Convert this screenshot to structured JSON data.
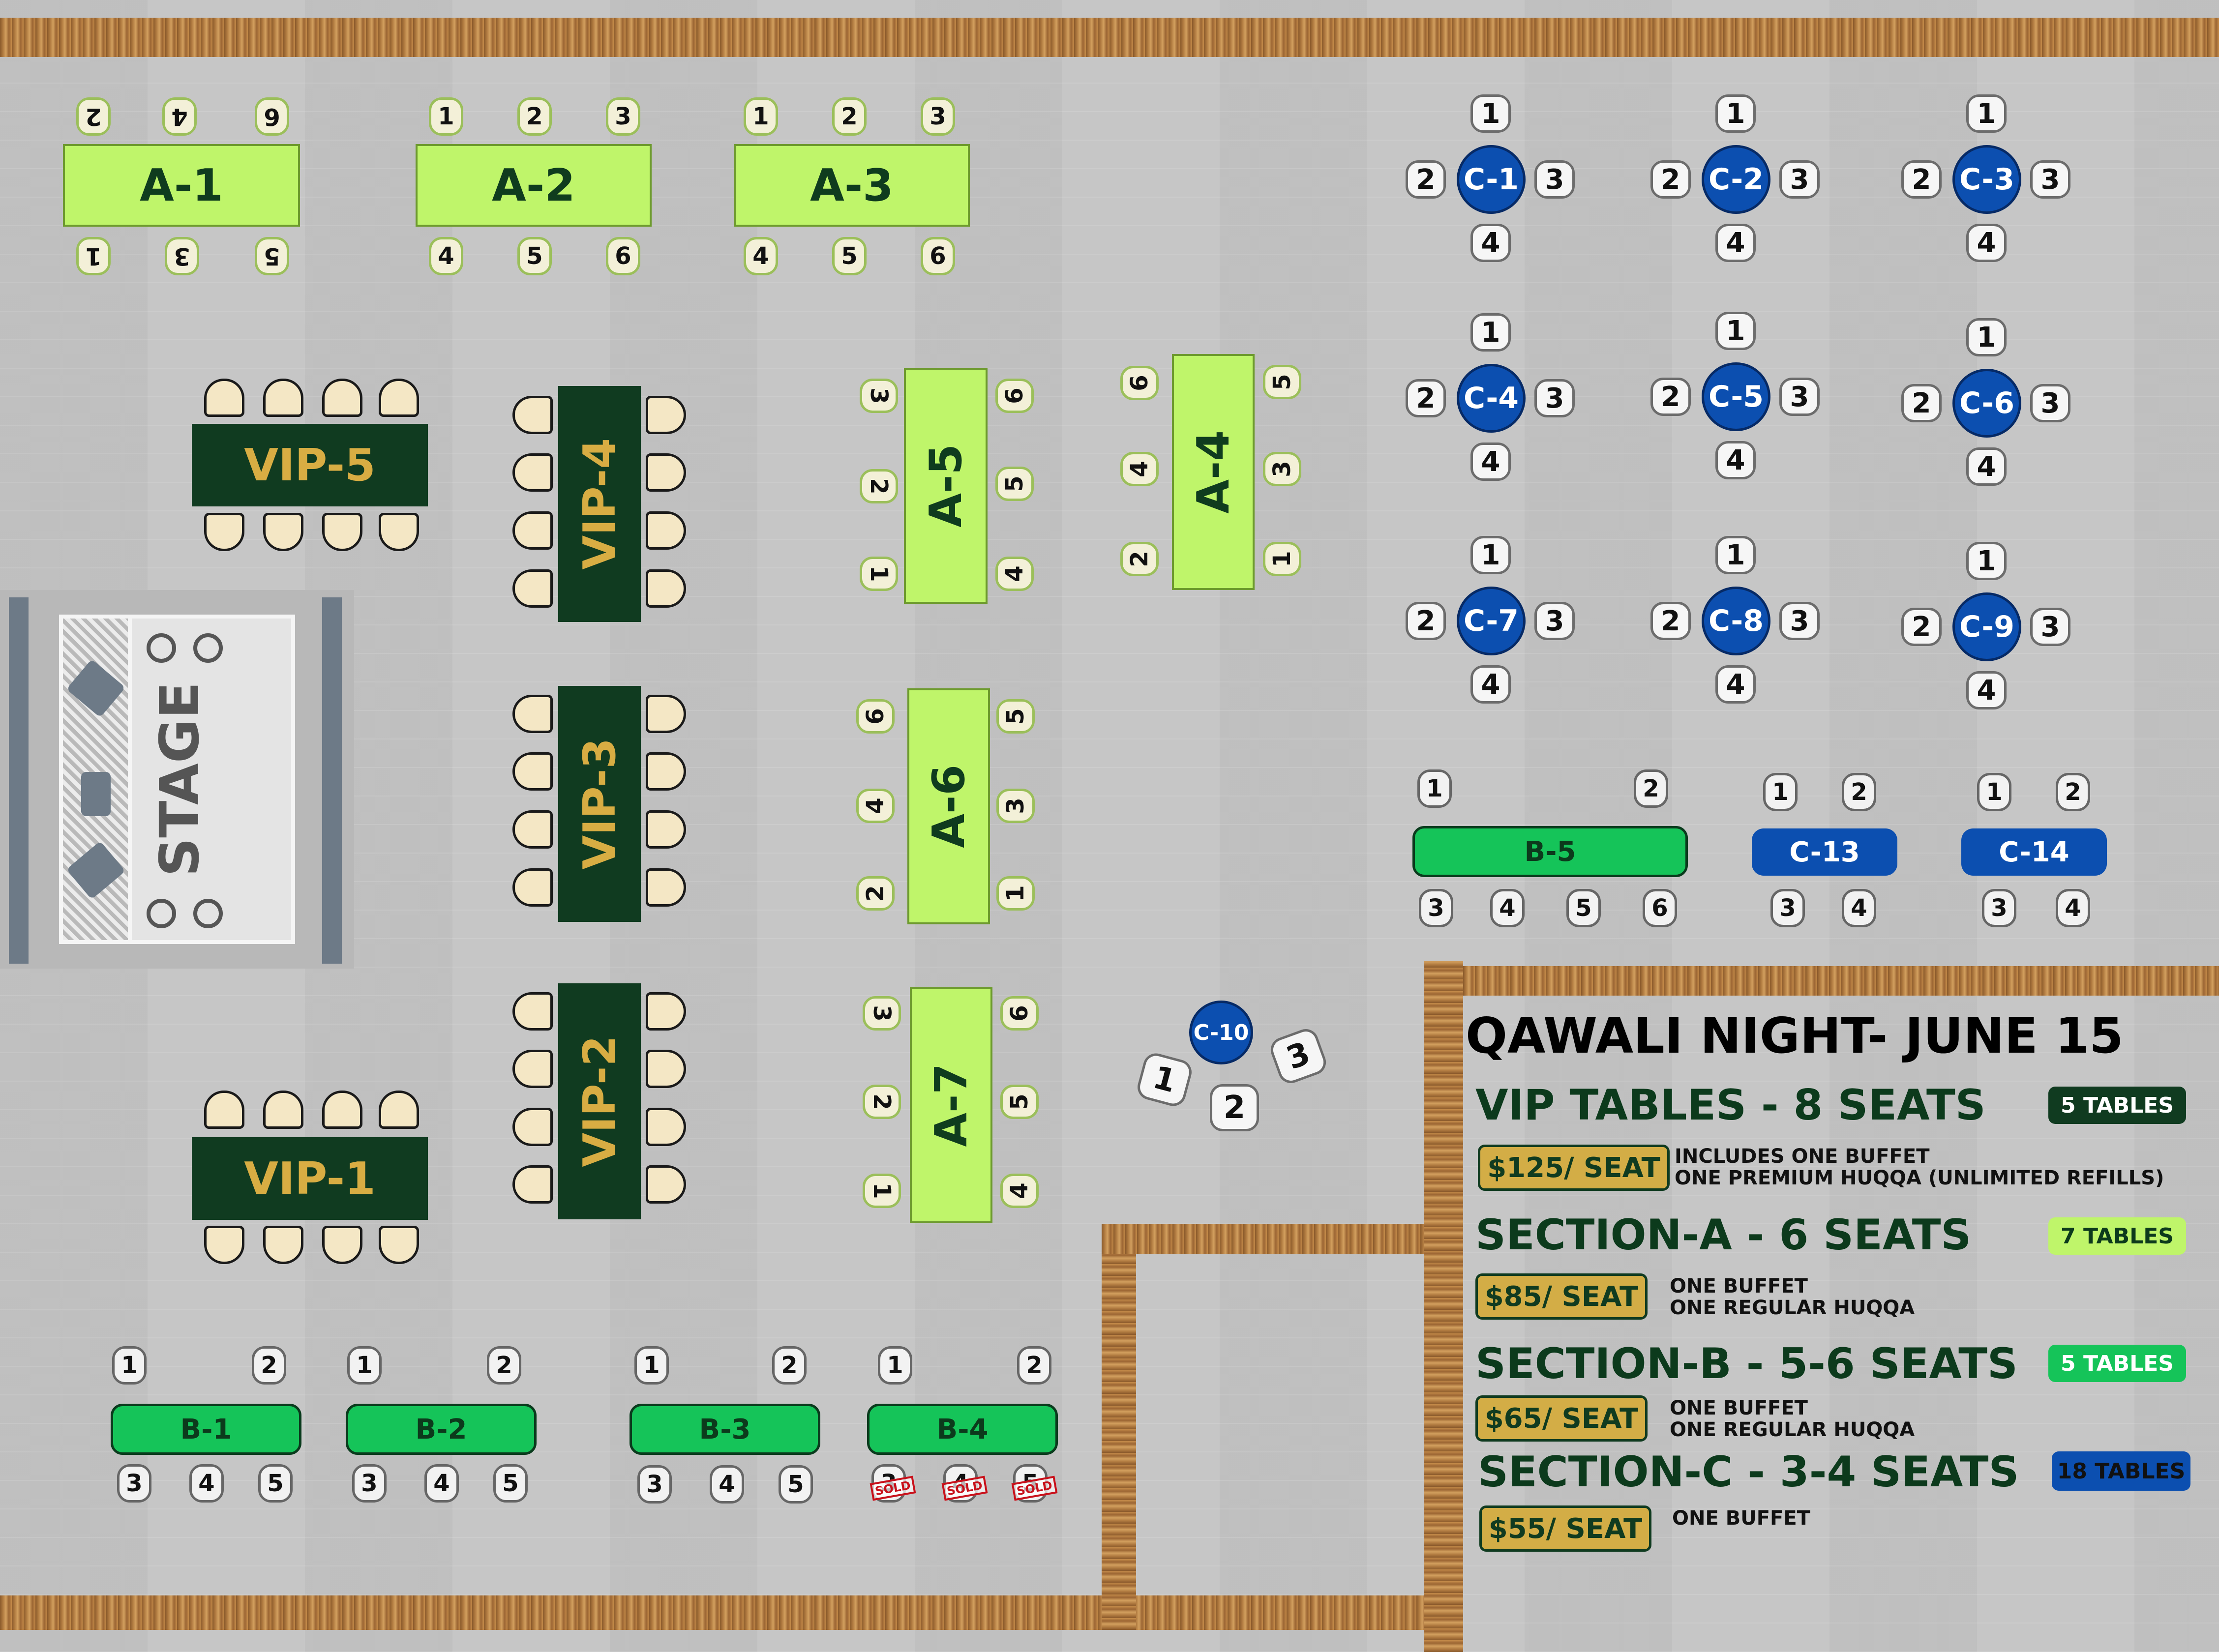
{
  "title": "QAWALI NIGHT- JUNE 15",
  "stage": {
    "label": "STAGE"
  },
  "tables": {
    "A-1": "A-1",
    "A-2": "A-2",
    "A-3": "A-3",
    "A-4": "A-4",
    "A-5": "A-5",
    "A-6": "A-6",
    "A-7": "A-7",
    "VIP-1": "VIP-1",
    "VIP-2": "VIP-2",
    "VIP-3": "VIP-3",
    "VIP-4": "VIP-4",
    "VIP-5": "VIP-5",
    "B-1": "B-1",
    "B-2": "B-2",
    "B-3": "B-3",
    "B-4": "B-4",
    "B-5": "B-5",
    "C-1": "C-1",
    "C-2": "C-2",
    "C-3": "C-3",
    "C-4": "C-4",
    "C-5": "C-5",
    "C-6": "C-6",
    "C-7": "C-7",
    "C-8": "C-8",
    "C-9": "C-9",
    "C-10": "C-10",
    "C-13": "C-13",
    "C-14": "C-14"
  },
  "seat_numbers": {
    "n1": "1",
    "n2": "2",
    "n3": "3",
    "n4": "4",
    "n5": "5",
    "n6": "6"
  },
  "sold_label": "SOLD",
  "legend": {
    "vip": {
      "heading": "VIP TABLES - 8 SEATS",
      "count": "5 TABLES",
      "price": "$125/ SEAT",
      "includes": [
        "INCLUDES ONE BUFFET",
        "ONE PREMIUM HUQQA (UNLIMITED REFILLS)"
      ]
    },
    "section_a": {
      "heading": "SECTION-A - 6 SEATS",
      "count": "7 TABLES",
      "price": "$85/ SEAT",
      "includes": [
        "ONE BUFFET",
        "ONE REGULAR HUQQA"
      ]
    },
    "section_b": {
      "heading": "SECTION-B - 5-6 SEATS",
      "count": "5 TABLES",
      "price": "$65/ SEAT",
      "includes": [
        "ONE BUFFET",
        "ONE REGULAR HUQQA"
      ]
    },
    "section_c": {
      "heading": "SECTION-C - 3-4 SEATS",
      "count": "18 TABLES",
      "price": "$55/ SEAT",
      "includes": [
        "ONE BUFFET"
      ]
    }
  },
  "colors": {
    "section_a": "#bff56a",
    "vip": "#103b20",
    "vip_text": "#d8ad43",
    "section_b": "#15c459",
    "section_c": "#0c4fb0",
    "price": "#d3ad46",
    "wood": "#b07a40",
    "sold": "#c8101a"
  }
}
